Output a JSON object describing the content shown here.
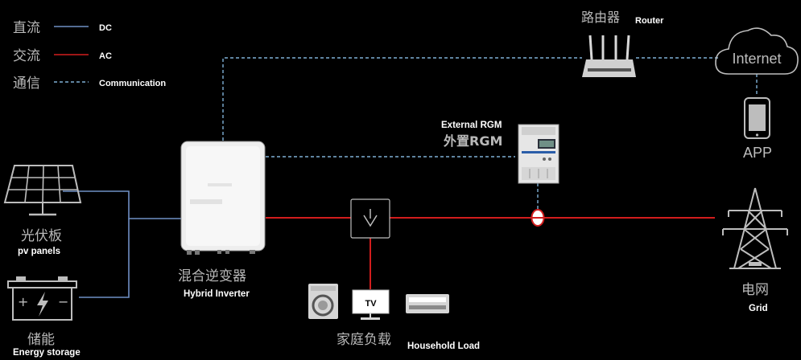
{
  "colors": {
    "dc": "#6f8fc4",
    "ac": "#d21d1d",
    "comm": "#7fb0d6",
    "icon": "#bdbdbd",
    "background": "#000000"
  },
  "legend": [
    {
      "cn": "直流",
      "en": "DC",
      "style": "solid-blue"
    },
    {
      "cn": "交流",
      "en": "AC",
      "style": "solid-red"
    },
    {
      "cn": "通信",
      "en": "Communication",
      "style": "dashed-blue"
    }
  ],
  "router": {
    "cn": "路由器",
    "en": "Router",
    "icon": "router-icon"
  },
  "internet": {
    "label": "Internet",
    "icon": "cloud-icon"
  },
  "app": {
    "label": "APP",
    "icon": "phone-icon"
  },
  "rgm": {
    "en": "External RGM",
    "cn": "外置RGM",
    "icon": "meter-icon"
  },
  "pv": {
    "cn": "光伏板",
    "en": "pv panels",
    "icon": "solar-panel-icon"
  },
  "storage": {
    "cn": "储能",
    "en": "Energy storage",
    "icon": "battery-icon"
  },
  "inverter": {
    "cn": "混合逆变器",
    "en": "Hybrid Inverter",
    "icon": "inverter-icon"
  },
  "load": {
    "cn": "家庭负载",
    "en": "Household Load",
    "tv": "TV",
    "icon": "switch-icon"
  },
  "grid": {
    "cn": "电网",
    "en": "Grid",
    "icon": "pylon-icon"
  }
}
